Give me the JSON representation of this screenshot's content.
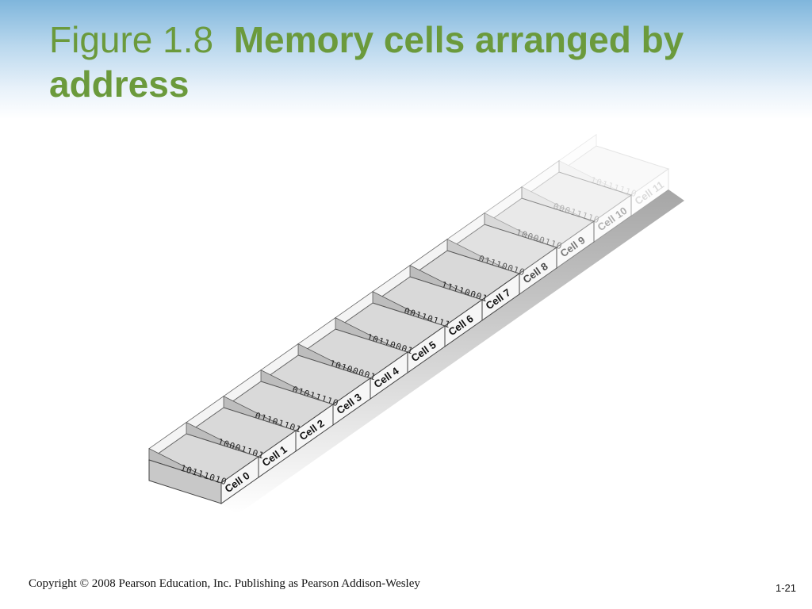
{
  "slide": {
    "figure_number": "Figure 1.8",
    "title": "Memory cells arranged by address",
    "copyright": "Copyright © 2008 Pearson Education, Inc. Publishing as Pearson Addison-Wesley",
    "page": "1-21"
  },
  "diagram": {
    "cells": [
      {
        "label": "Cell 0",
        "bits": "10111010"
      },
      {
        "label": "Cell 1",
        "bits": "10001101"
      },
      {
        "label": "Cell 2",
        "bits": "01101101"
      },
      {
        "label": "Cell 3",
        "bits": "01011110"
      },
      {
        "label": "Cell 4",
        "bits": "10100001"
      },
      {
        "label": "Cell 5",
        "bits": "10110001"
      },
      {
        "label": "Cell 6",
        "bits": "00110111"
      },
      {
        "label": "Cell 7",
        "bits": "11110001"
      },
      {
        "label": "Cell 8",
        "bits": "01110010"
      },
      {
        "label": "Cell 9",
        "bits": "10000110"
      },
      {
        "label": "Cell 10",
        "bits": "00011110"
      },
      {
        "label": "Cell 11",
        "bits": "10111110"
      }
    ]
  }
}
